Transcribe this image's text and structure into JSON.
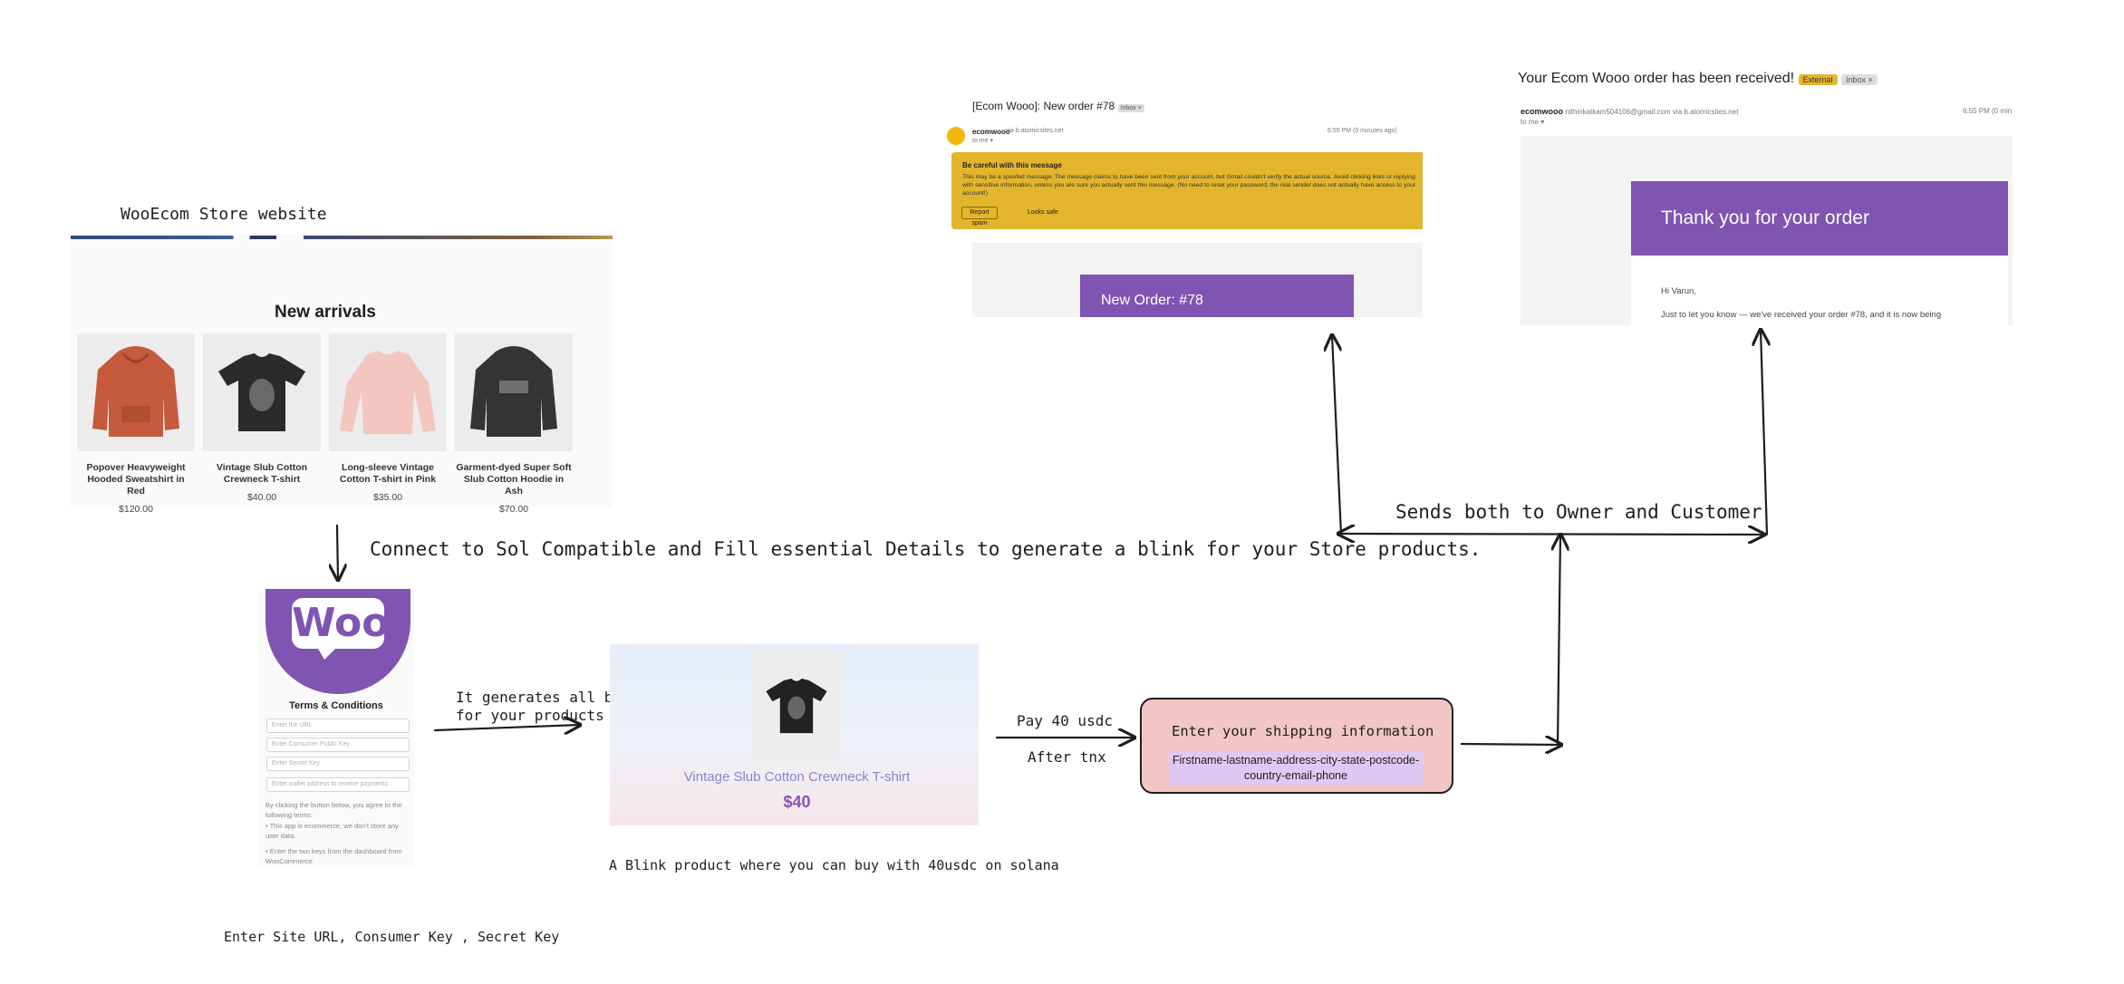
{
  "store": {
    "label": "WooEcom Store website",
    "heading": "New arrivals",
    "products": [
      {
        "name": "Popover Heavyweight Hooded Sweatshirt in Red",
        "price": "$120.00",
        "color": "#c65a3c"
      },
      {
        "name": "Vintage Slub Cotton Crewneck T-shirt",
        "price": "$40.00",
        "color": "#2b2b2b"
      },
      {
        "name": "Long-sleeve Vintage Cotton T-shirt in Pink",
        "price": "$35.00",
        "color": "#f3c7bf"
      },
      {
        "name": "Garment-dyed Super Soft Slub Cotton Hoodie in Ash",
        "price": "$70.00",
        "color": "#343434"
      }
    ]
  },
  "annotations": {
    "connect": "Connect to Sol Compatible and Fill essential Details to generate a blink for your Store products.",
    "generates_line1": "It generates all blinks",
    "generates_line2": "for your products",
    "blink_caption": "A Blink product where you can buy with 40usdc on solana",
    "keys_caption": "Enter Site URL, Consumer Key , Secret Key",
    "pay": "Pay 40 usdc",
    "after": "After tnx",
    "sends": "Sends both to Owner and Customer"
  },
  "woo_form": {
    "logo_text": "Woo",
    "title": "Terms & Conditions",
    "fields": [
      "Enter the URL",
      "Enter Consumer Public Key",
      "Enter Secret Key",
      "Enter wallet address to receive payments"
    ],
    "note": "By clicking the button below, you agree to the following terms:",
    "bullets": [
      "This app is ecommerce, we don't store any user data.",
      "Enter the two keys from the dashboard from WooCommerce"
    ]
  },
  "blink": {
    "product_name": "Vintage Slub Cotton Crewneck T-shirt",
    "price": "$40"
  },
  "shipping": {
    "title": "Enter your shipping information",
    "fields": "Firstname-lastname-address-city-state-postcode-country-email-phone"
  },
  "email_owner": {
    "subject": "[Ecom Wooo]: New order #78",
    "tag": "Inbox ×",
    "sender": "ecomwooo",
    "sender_meta": "via b.atomicsites.net",
    "to": "to me ▾",
    "time": "6:55 PM (0 minutes ago)",
    "warning_title": "Be careful with this message",
    "warning_body": "This may be a spoofed message. The message claims to have been sent from your account, but Gmail couldn't verify the actual source. Avoid clicking links or replying with sensitive information, unless you are sure you actually sent this message. (No need to reset your password, the real sender does not actually have access to your account!)",
    "report_spam": "Report spam",
    "looks_safe": "Looks safe",
    "banner": "New Order: #78"
  },
  "email_customer": {
    "subject": "Your Ecom Wooo order has been received!",
    "tag_external": "External",
    "tag_inbox": "Inbox ×",
    "sender": "ecomwooo",
    "sender_meta": "nithinkatkam504106@gmail.com via b.atomicsites.net",
    "to": "to me ▾",
    "time": "6:55 PM (0 min",
    "banner": "Thank you for your order",
    "greeting": "Hi Varun,",
    "body": "Just to let you know — we've received your order #78, and it is now being"
  },
  "colors": {
    "woo_purple": "#7f54b3",
    "shipping_fill": "#f1c6c4",
    "warning_yellow": "#e3b52c",
    "highlight": "#e0c8f4"
  }
}
